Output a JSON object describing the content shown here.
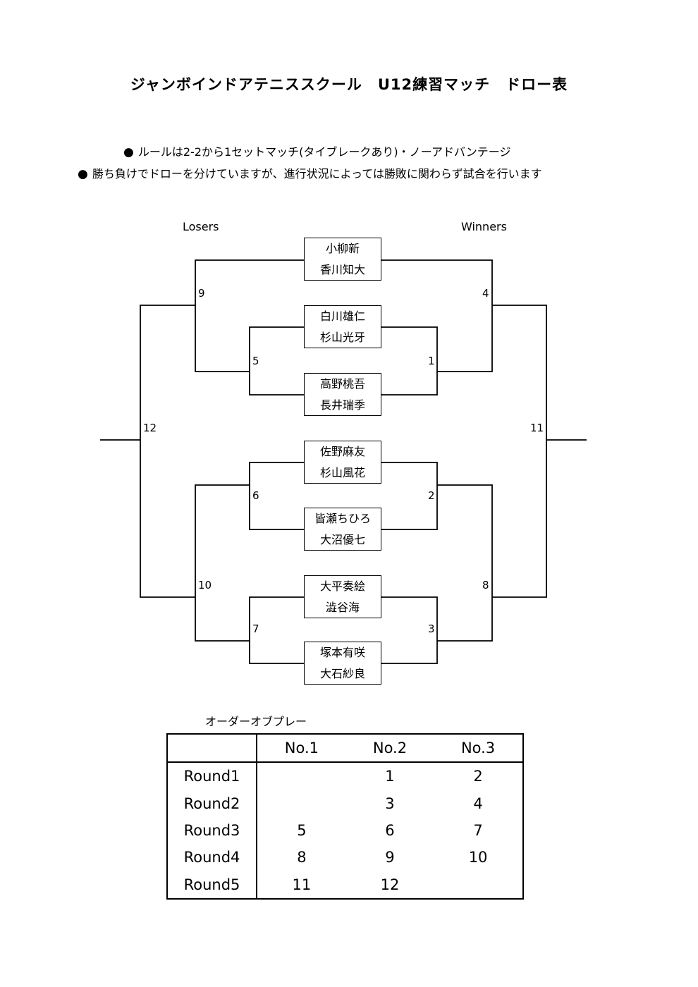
{
  "title": "ジャンボインドアテニススクール　U12練習マッチ　ドロー表",
  "rules": [
    {
      "bullet": "●",
      "text": "ルールは2-2から1セットマッチ(タイブレークあり)・ノーアドバンテージ"
    },
    {
      "bullet": "●",
      "text": "勝ち負けでドローを分けていますが、進行状況によっては勝敗に関わらず試合を行います"
    }
  ],
  "bracket": {
    "losers_label": "Losers",
    "winners_label": "Winners",
    "pairs": [
      {
        "p1": "小柳新",
        "p2": "香川知大"
      },
      {
        "p1": "白川雄仁",
        "p2": "杉山光牙"
      },
      {
        "p1": "高野桃吾",
        "p2": "長井瑞季"
      },
      {
        "p1": "佐野麻友",
        "p2": "杉山風花"
      },
      {
        "p1": "皆瀬ちひろ",
        "p2": "大沼優七"
      },
      {
        "p1": "大平奏絵",
        "p2": "澁谷海"
      },
      {
        "p1": "塚本有咲",
        "p2": "大石紗良"
      }
    ],
    "match_numbers": {
      "m1": "1",
      "m2": "2",
      "m3": "3",
      "m4": "4",
      "m5": "5",
      "m6": "6",
      "m7": "7",
      "m8": "8",
      "m9": "9",
      "m10": "10",
      "m11": "11",
      "m12": "12"
    }
  },
  "order_of_play": {
    "label": "オーダーオブプレー",
    "columns": [
      "",
      "No.1",
      "No.2",
      "No.3"
    ],
    "rows": [
      {
        "round": "Round1",
        "cells": [
          "",
          "1",
          "2"
        ]
      },
      {
        "round": "Round2",
        "cells": [
          "",
          "3",
          "4"
        ]
      },
      {
        "round": "Round3",
        "cells": [
          "5",
          "6",
          "7"
        ]
      },
      {
        "round": "Round4",
        "cells": [
          "8",
          "9",
          "10"
        ]
      },
      {
        "round": "Round5",
        "cells": [
          "11",
          "12",
          ""
        ]
      }
    ]
  }
}
